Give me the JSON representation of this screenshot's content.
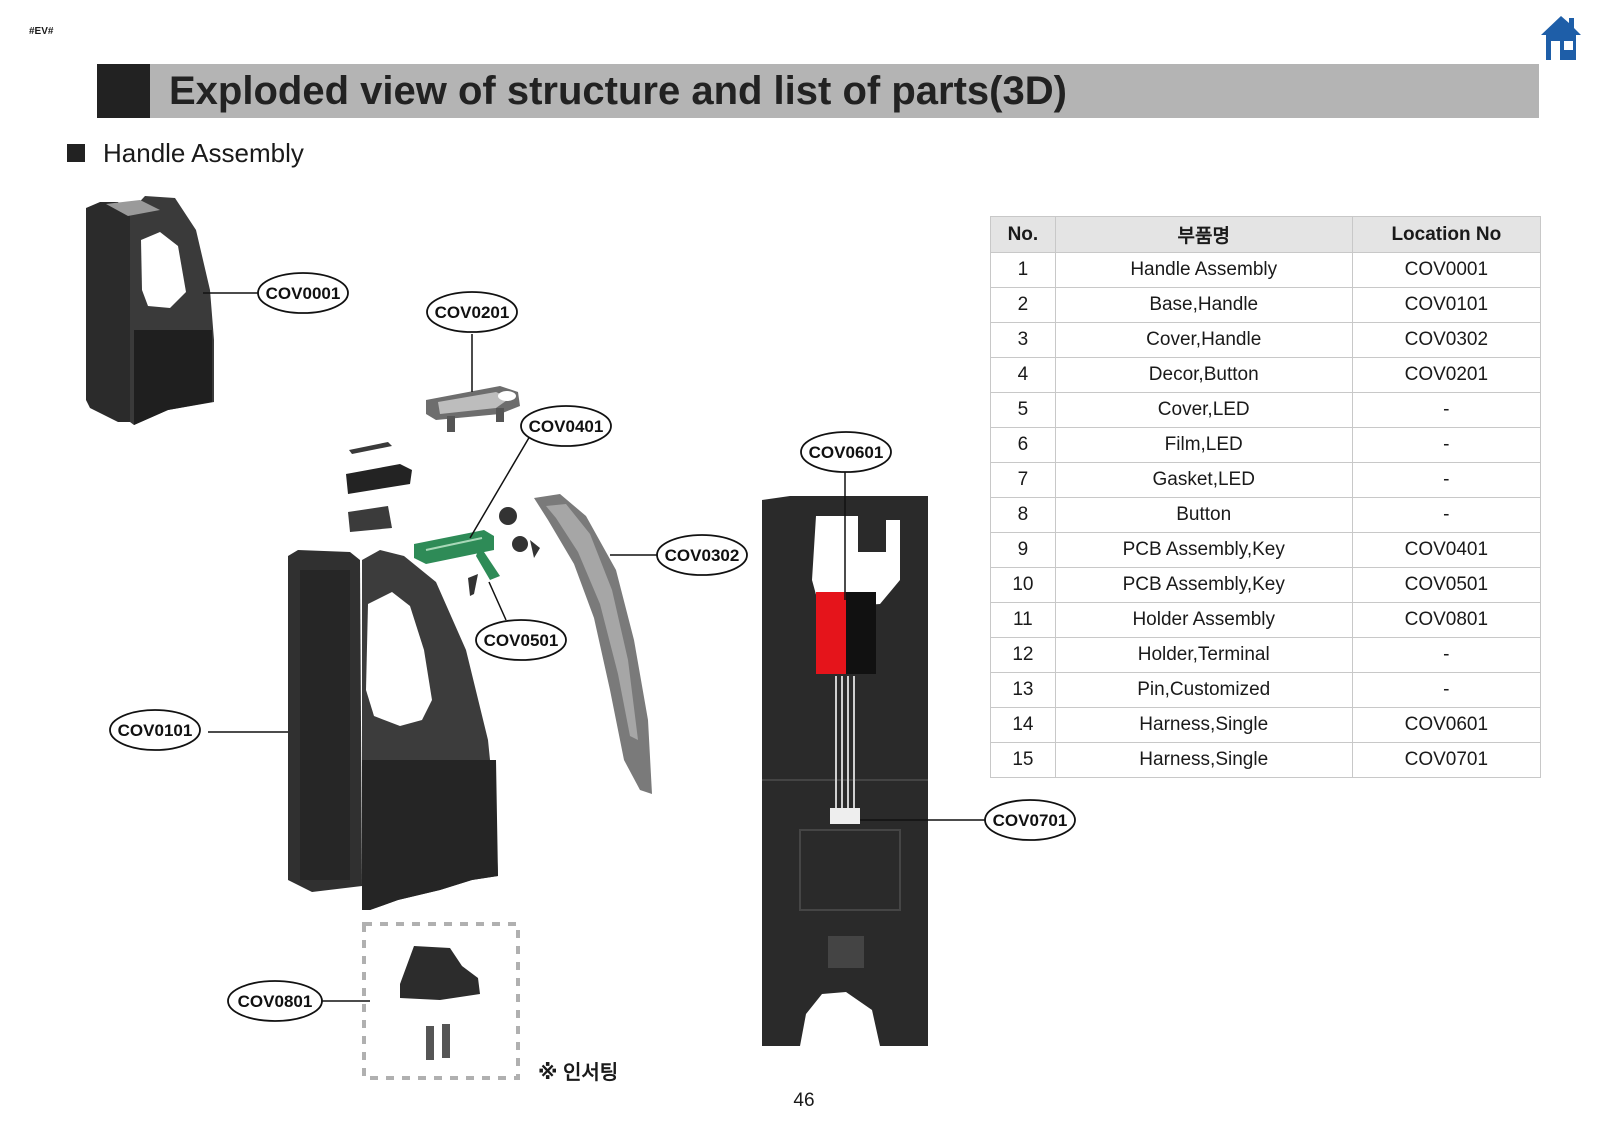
{
  "header": {
    "tag": "#EV#",
    "title": "Exploded view of structure and list of parts(3D)",
    "section_title": "Handle Assembly"
  },
  "diagram": {
    "callouts": [
      "COV0001",
      "COV0201",
      "COV0401",
      "COV0601",
      "COV0302",
      "COV0501",
      "COV0101",
      "COV0701",
      "COV0801"
    ],
    "insert_note": "※ 인서팅"
  },
  "table": {
    "headers": [
      "No.",
      "부품명",
      "Location No"
    ],
    "rows": [
      {
        "no": "1",
        "name": "Handle Assembly",
        "loc": "COV0001"
      },
      {
        "no": "2",
        "name": "Base,Handle",
        "loc": "COV0101"
      },
      {
        "no": "3",
        "name": "Cover,Handle",
        "loc": "COV0302"
      },
      {
        "no": "4",
        "name": "Decor,Button",
        "loc": "COV0201"
      },
      {
        "no": "5",
        "name": "Cover,LED",
        "loc": "-"
      },
      {
        "no": "6",
        "name": "Film,LED",
        "loc": "-"
      },
      {
        "no": "7",
        "name": "Gasket,LED",
        "loc": "-"
      },
      {
        "no": "8",
        "name": "Button",
        "loc": "-"
      },
      {
        "no": "9",
        "name": "PCB Assembly,Key",
        "loc": "COV0401"
      },
      {
        "no": "10",
        "name": "PCB Assembly,Key",
        "loc": "COV0501"
      },
      {
        "no": "11",
        "name": "Holder Assembly",
        "loc": "COV0801"
      },
      {
        "no": "12",
        "name": "Holder,Terminal",
        "loc": "-"
      },
      {
        "no": "13",
        "name": "Pin,Customized",
        "loc": "-"
      },
      {
        "no": "14",
        "name": "Harness,Single",
        "loc": "COV0601"
      },
      {
        "no": "15",
        "name": "Harness,Single",
        "loc": "COV0701"
      }
    ]
  },
  "footer": {
    "page_number": "46"
  },
  "icons": {
    "home": "home-icon"
  },
  "colors": {
    "title_bar": "#b4b4b4",
    "home_icon": "#1e5ea8",
    "pcb_green": "#2e8b57",
    "wire_red": "#e5141b"
  }
}
